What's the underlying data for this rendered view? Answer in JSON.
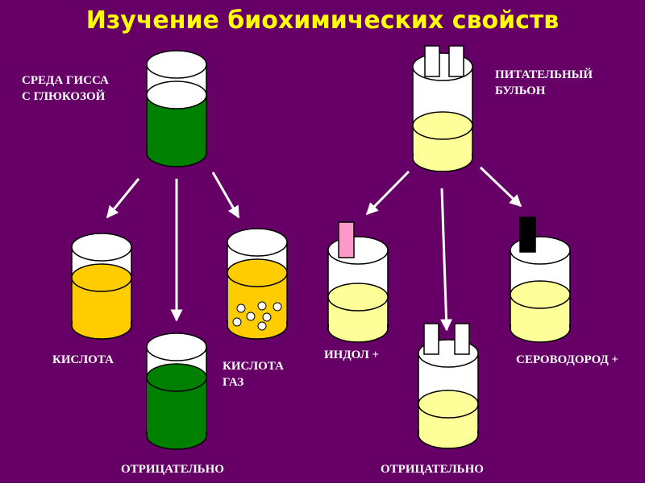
{
  "title": "Изучение биохимических свойств",
  "labels": {
    "giss": "СРЕДА ГИССА\nС ГЛЮКОЗОЙ",
    "broth": "ПИТАТЕЛЬНЫЙ\nБУЛЬОН",
    "acid": "КИСЛОТА",
    "acid_gas": "КИСЛОТА\nГАЗ",
    "indole": "ИНДОЛ +",
    "h2s": "СЕРОВОДОРОД +",
    "negative_left": "ОТРИЦАТЕЛЬНО",
    "negative_right": "ОТРИЦАТЕЛЬНО"
  },
  "colors": {
    "background": "#660066",
    "title": "#FFFF00",
    "green": "#008000",
    "orange": "#FFCC00",
    "pale_yellow": "#FFFF99",
    "pink": "#FF99CC",
    "black": "#000000"
  }
}
